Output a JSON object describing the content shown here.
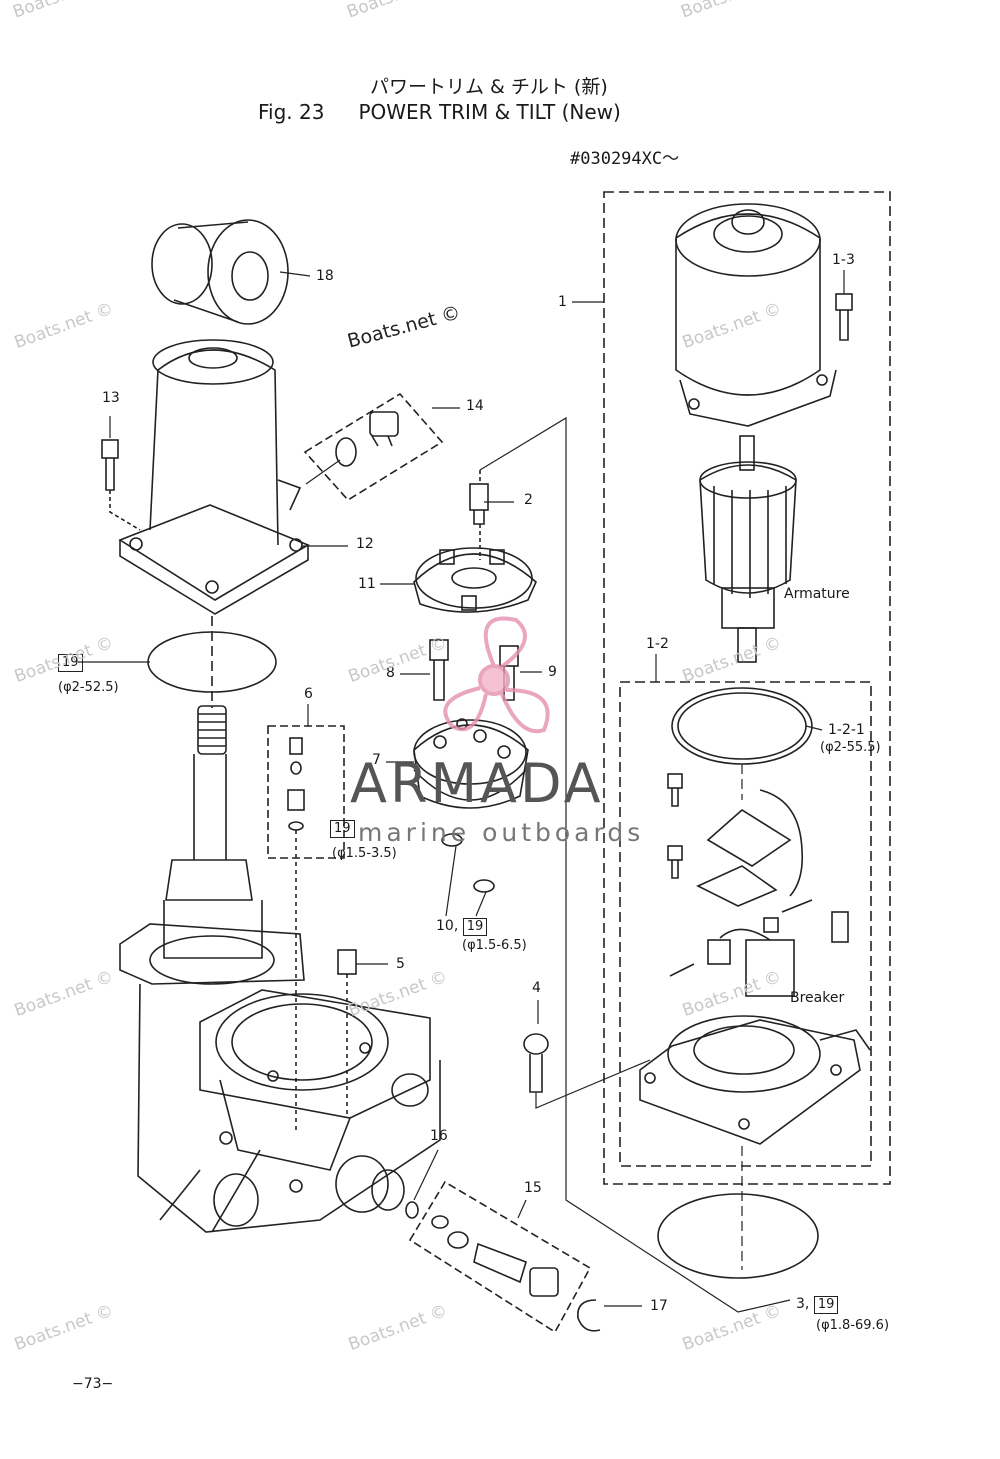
{
  "header": {
    "title_jp": "パワートリム & チルト (新)",
    "fig_label": "Fig. 23",
    "title_en": "POWER TRIM & TILT (New)",
    "serial": "#030294XC〜"
  },
  "callouts": [
    {
      "id": "c18",
      "text": "18"
    },
    {
      "id": "c13",
      "text": "13"
    },
    {
      "id": "c14",
      "text": "14"
    },
    {
      "id": "c2",
      "text": "2"
    },
    {
      "id": "c12",
      "text": "12"
    },
    {
      "id": "c11",
      "text": "11"
    },
    {
      "id": "c8",
      "text": "8"
    },
    {
      "id": "c9",
      "text": "9"
    },
    {
      "id": "c7",
      "text": "7"
    },
    {
      "id": "c6",
      "text": "6"
    },
    {
      "id": "c10",
      "text": "10,"
    },
    {
      "id": "c5",
      "text": "5"
    },
    {
      "id": "c4",
      "text": "4"
    },
    {
      "id": "c16",
      "text": "16"
    },
    {
      "id": "c15",
      "text": "15"
    },
    {
      "id": "c17",
      "text": "17"
    },
    {
      "id": "c3",
      "text": "3,"
    },
    {
      "id": "c1",
      "text": "1"
    },
    {
      "id": "c1_3",
      "text": "1-3"
    },
    {
      "id": "c1_2",
      "text": "1-2"
    },
    {
      "id": "c1_2_1",
      "text": "1-2-1"
    }
  ],
  "boxed_ref": "19",
  "specs": {
    "oring_52": "(φ2-52.5)",
    "oring_35": "(φ1.5-3.5)",
    "oring_65": "(φ1.5-6.5)",
    "oring_555": "(φ2-55.5)",
    "oring_696": "(φ1.8-69.6)"
  },
  "labels": {
    "armature": "Armature",
    "breaker": "Breaker"
  },
  "watermarks": {
    "boats_net": "Boats.net ©",
    "boats_partial": "Boats."
  },
  "brand": {
    "name": "ARMADA",
    "tagline": "marine outboards"
  },
  "footer": {
    "page_number": "−73−"
  }
}
